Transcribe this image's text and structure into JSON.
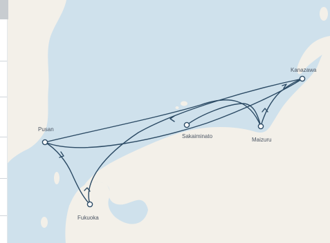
{
  "map": {
    "colors": {
      "sea": "#cfe1ec",
      "land": "#f3f0e9",
      "route": "#2b4a64",
      "label": "#4b5563"
    },
    "ports": [
      {
        "id": "kanazawa",
        "name": "Kanazawa"
      },
      {
        "id": "pusan",
        "name": "Pusan"
      },
      {
        "id": "sakaiminato",
        "name": "Sakaiminato"
      },
      {
        "id": "maizuru",
        "name": "Maizuru"
      },
      {
        "id": "fukuoka",
        "name": "Fukuoka"
      }
    ],
    "routes": [
      {
        "from": "pusan",
        "to": "kanazawa"
      },
      {
        "from": "maizuru",
        "to": "pusan"
      },
      {
        "from": "sakaiminato",
        "to": "maizuru"
      },
      {
        "from": "maizuru",
        "to": "kanazawa"
      },
      {
        "from": "pusan",
        "to": "fukuoka"
      },
      {
        "from": "fukuoka",
        "to": "kanazawa"
      }
    ]
  }
}
